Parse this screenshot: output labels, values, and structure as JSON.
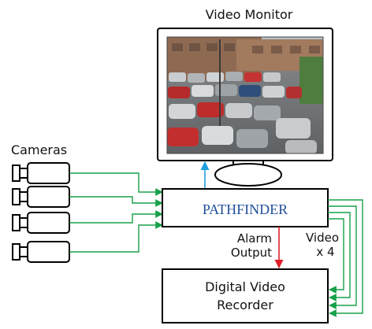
{
  "labels": {
    "monitor": "Video Monitor",
    "cameras": "Cameras",
    "pathfinder": "PATHFINDER",
    "alarm_line1": "Alarm",
    "alarm_line2": "Output",
    "video_line1": "Video",
    "video_line2": "x 4",
    "recorder_line1": "Digital Video",
    "recorder_line2": "Recorder"
  },
  "colors": {
    "pathfinder_text": "#1f4e9a",
    "camera_wire": "#18a04a",
    "monitor_wire": "#1fa0e0",
    "alarm_wire": "#e0202a"
  },
  "monitor_screen": {
    "content": "parking-lot-cctv-image"
  },
  "cameras_count": 4
}
